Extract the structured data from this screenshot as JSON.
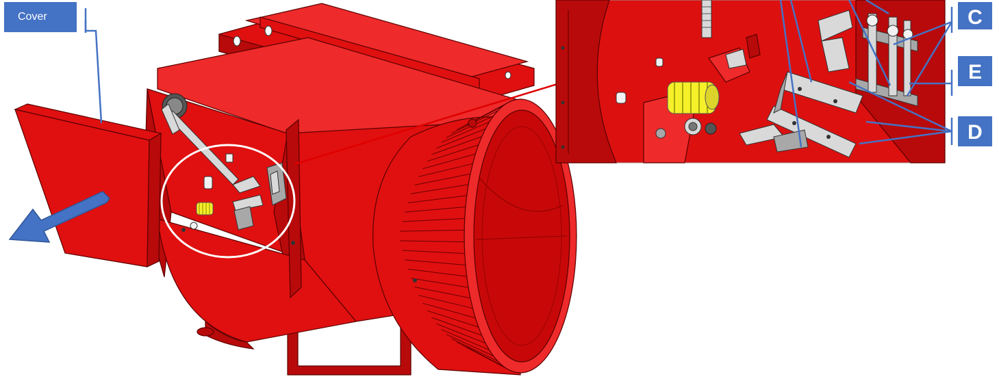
{
  "labels": {
    "cover": "Cover",
    "c": "C",
    "e": "E",
    "d": "D"
  },
  "colors": {
    "label_blue": "#4472c4",
    "body_red": "#e01010",
    "spring_yellow": "#f5f02a",
    "zoom_line": "#e00000",
    "arrow_blue": "#4472c4"
  },
  "icons": {
    "removal_arrow": "arrow-down-left-icon"
  }
}
